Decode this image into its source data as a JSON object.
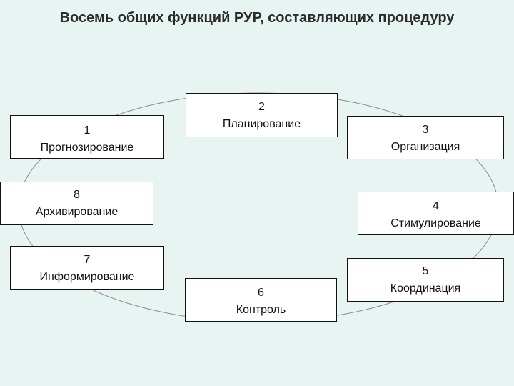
{
  "title": "Восемь общих функций РУР, составляющих процедуру",
  "colors": {
    "background": "#e7f4f2",
    "box": "#ffffff",
    "border": "#111111",
    "title": "#2b2b2b"
  },
  "functions": [
    {
      "num": "1",
      "label": "Прогнозирование"
    },
    {
      "num": "2",
      "label": "Планирование"
    },
    {
      "num": "3",
      "label": "Организация"
    },
    {
      "num": "4",
      "label": "Стимулирование"
    },
    {
      "num": "5",
      "label": "Координация"
    },
    {
      "num": "6",
      "label": "Контроль"
    },
    {
      "num": "7",
      "label": "Информирование"
    },
    {
      "num": "8",
      "label": "Архивирование"
    }
  ]
}
